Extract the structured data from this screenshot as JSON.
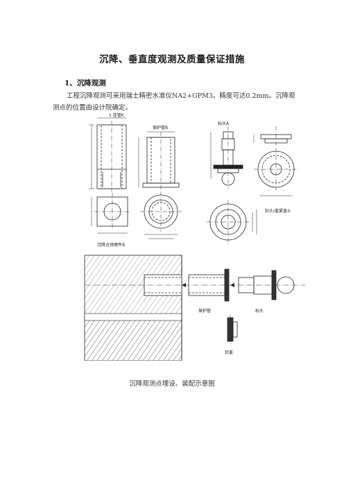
{
  "document": {
    "title": "沉降、垂直度观测及质量保证措施",
    "section_heading": "1、沉降观测",
    "paragraph": "工程沉降观测可采用瑞士精密水准仪NA2+GPM3。精度可达0.2mm。沉降观测点的位置由设计院确定。",
    "caption": "沉降观测点埋设、装配示意图"
  },
  "figure": {
    "labels": {
      "sleeve_width": "1 连管K",
      "sleeve_B": "保护管B",
      "marker_A": "标头A",
      "cap_title": "封头/盖紧盖①",
      "embed_title": "沉降点预埋件B",
      "protect_pipe": "保护管",
      "head": "标头",
      "cover": "封盖"
    }
  }
}
